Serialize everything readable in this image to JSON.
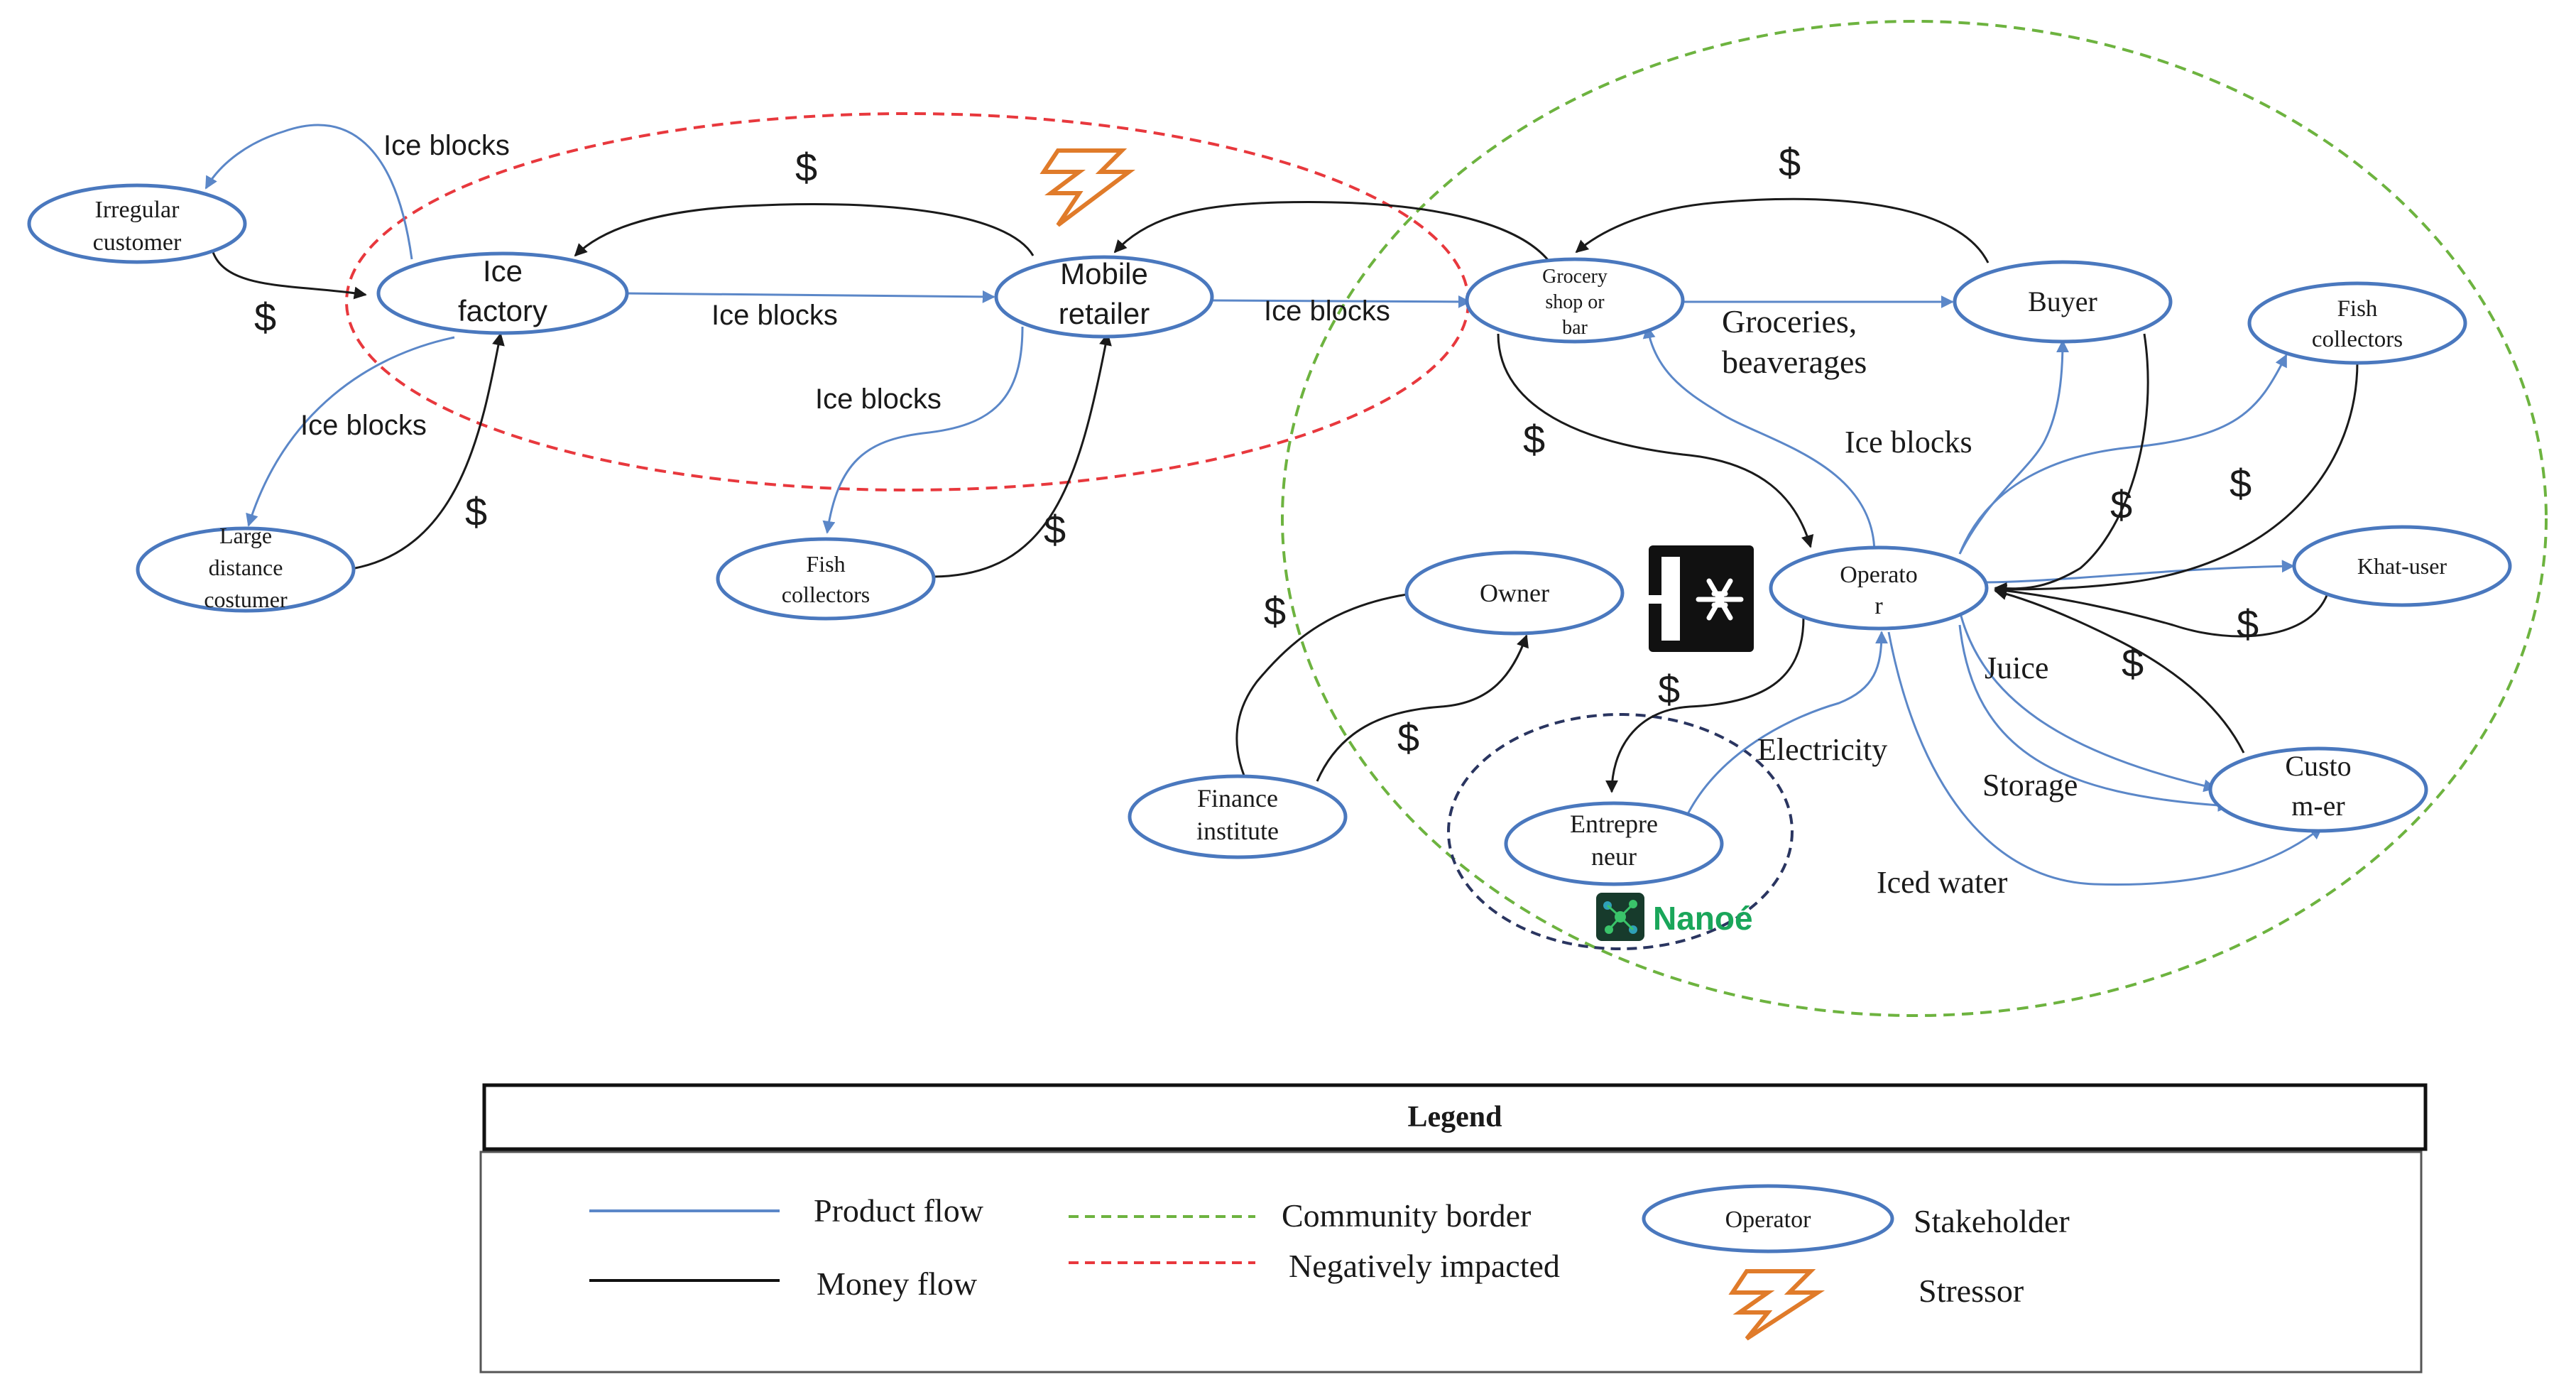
{
  "nodes": {
    "irregular_customer": [
      "Irregular",
      "customer"
    ],
    "ice_factory": [
      "Ice",
      "factory"
    ],
    "mobile_retailer": [
      "Mobile",
      "retailer"
    ],
    "large_distance": [
      "Large",
      "distance",
      "costumer"
    ],
    "fish_collectors_left": [
      "Fish",
      "collectors"
    ],
    "grocery": [
      "Grocery",
      "shop or",
      "bar"
    ],
    "buyer": [
      "Buyer"
    ],
    "fish_collectors_right": [
      "Fish",
      "collectors"
    ],
    "operator": [
      "Operato",
      "r"
    ],
    "khat_user": [
      "Khat-user"
    ],
    "customer": [
      "Custo",
      "m-er"
    ],
    "owner": [
      "Owner"
    ],
    "finance": [
      "Finance",
      "institute"
    ],
    "entrepreneur": [
      "Entrepre",
      "neur"
    ]
  },
  "flow_labels": {
    "ice_blocks": "Ice blocks",
    "dollar": "$",
    "groceries": [
      "Groceries,",
      "beaverages"
    ],
    "juice": "Juice",
    "storage": "Storage",
    "iced_water": "Iced water",
    "electricity": "Electricity"
  },
  "brand": {
    "nanoe": "Nanoé"
  },
  "legend": {
    "title": "Legend",
    "product_flow": "Product flow",
    "money_flow": "Money flow",
    "community_border": "Community border",
    "negatively_impacted": "Negatively  impacted",
    "stakeholder_sample": "Operator",
    "stakeholder": "Stakeholder",
    "stressor": "Stressor"
  },
  "colors": {
    "product_flow": "#5b87c8",
    "money_flow": "#1a1a1a",
    "community_border": "#6db33f",
    "negatively_impacted": "#e8383d",
    "stakeholder_outline": "#4a78be",
    "stressor": "#e07b2a",
    "nanoe_green": "#1aa65a",
    "entrepreneur_border": "#2a3560"
  },
  "icons": [
    "lightning-stressor-icon",
    "freezer-snowflake-icon",
    "nanoe-logo"
  ]
}
